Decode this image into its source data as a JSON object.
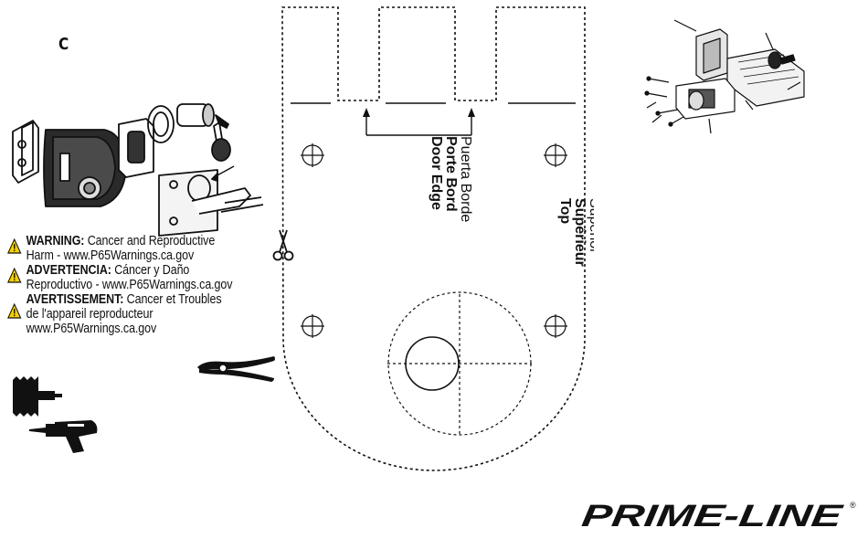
{
  "section_letter": "C",
  "warnings": [
    {
      "label": "WARNING:",
      "line1": " Cancer and Reproductive",
      "line2": "Harm - www.P65Warnings.ca.gov",
      "line3": ""
    },
    {
      "label": "ADVERTENCIA:",
      "line1": " Cáncer y Daño",
      "line2": "Reproductivo - www.P65Warnings.ca.gov",
      "line3": ""
    },
    {
      "label": "AVERTISSEMENT:",
      "line1": " Cancer et Troubles",
      "line2": "de l'appareil reproducteur",
      "line3": "www.P65Warnings.ca.gov"
    }
  ],
  "template": {
    "door_edge": {
      "en": "Door Edge",
      "fr": "Porte Bord",
      "es": "Puerta Borde"
    },
    "top": {
      "en": "Top",
      "fr": "Supérieur",
      "es": "Superior"
    }
  },
  "brand": {
    "name": "PRIME-LINE",
    "registered": "®"
  },
  "icons": {
    "drawing_1": "deadlock-exploded-view-icon",
    "drawing_2": "drill-jig-icon",
    "drawing_3": "installation-assembly-icon",
    "tool_1": "scissors-icon",
    "tool_2": "pliers-icon",
    "tool_3": "hole-saw-icon",
    "tool_4": "power-drill-icon",
    "hazard": "warning-triangle-icon"
  }
}
